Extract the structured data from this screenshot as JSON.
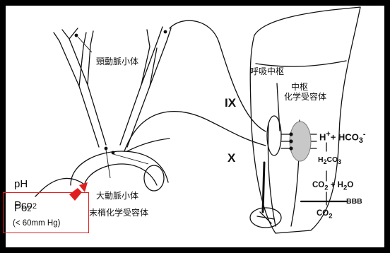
{
  "labels": {
    "carotid_body": "頸動脈小体",
    "respiratory_center": "呼吸中枢",
    "central_chemoreceptor_l1": "中枢",
    "central_chemoreceptor_l2": "化学受容体",
    "nerve_ix": "IX",
    "nerve_x": "X",
    "aortic_body": "大動脈小体",
    "peripheral_chemoreceptor": "末梢化学受容体",
    "ph": "pH",
    "pco2_main": "Pco",
    "pco2_sub": "2",
    "po2_main": "Po",
    "po2_sub": "2",
    "po2_threshold": "(< 60mm Hg)"
  },
  "chemistry": {
    "h_ion": "H",
    "h_sup": "+",
    "hco3": "+ HCO",
    "hco3_sub": "3",
    "hco3_sup": "-",
    "h2co3_h": "H",
    "h2co3_2": "2",
    "h2co3_co": "CO",
    "h2co3_3": "3",
    "co2_h2o": "CO",
    "co2_h2o_2a": "2",
    "co2_h2o_rest": " + H",
    "co2_h2o_2b": "2",
    "co2_h2o_o": "O",
    "bbb": "BBB",
    "co2_blood": "CO",
    "co2_blood_2": "2"
  },
  "colors": {
    "outline": "#111111",
    "highlight_box": "#e02020",
    "arrow": "#e02020",
    "receptor_fill": "#c8c8c8"
  }
}
